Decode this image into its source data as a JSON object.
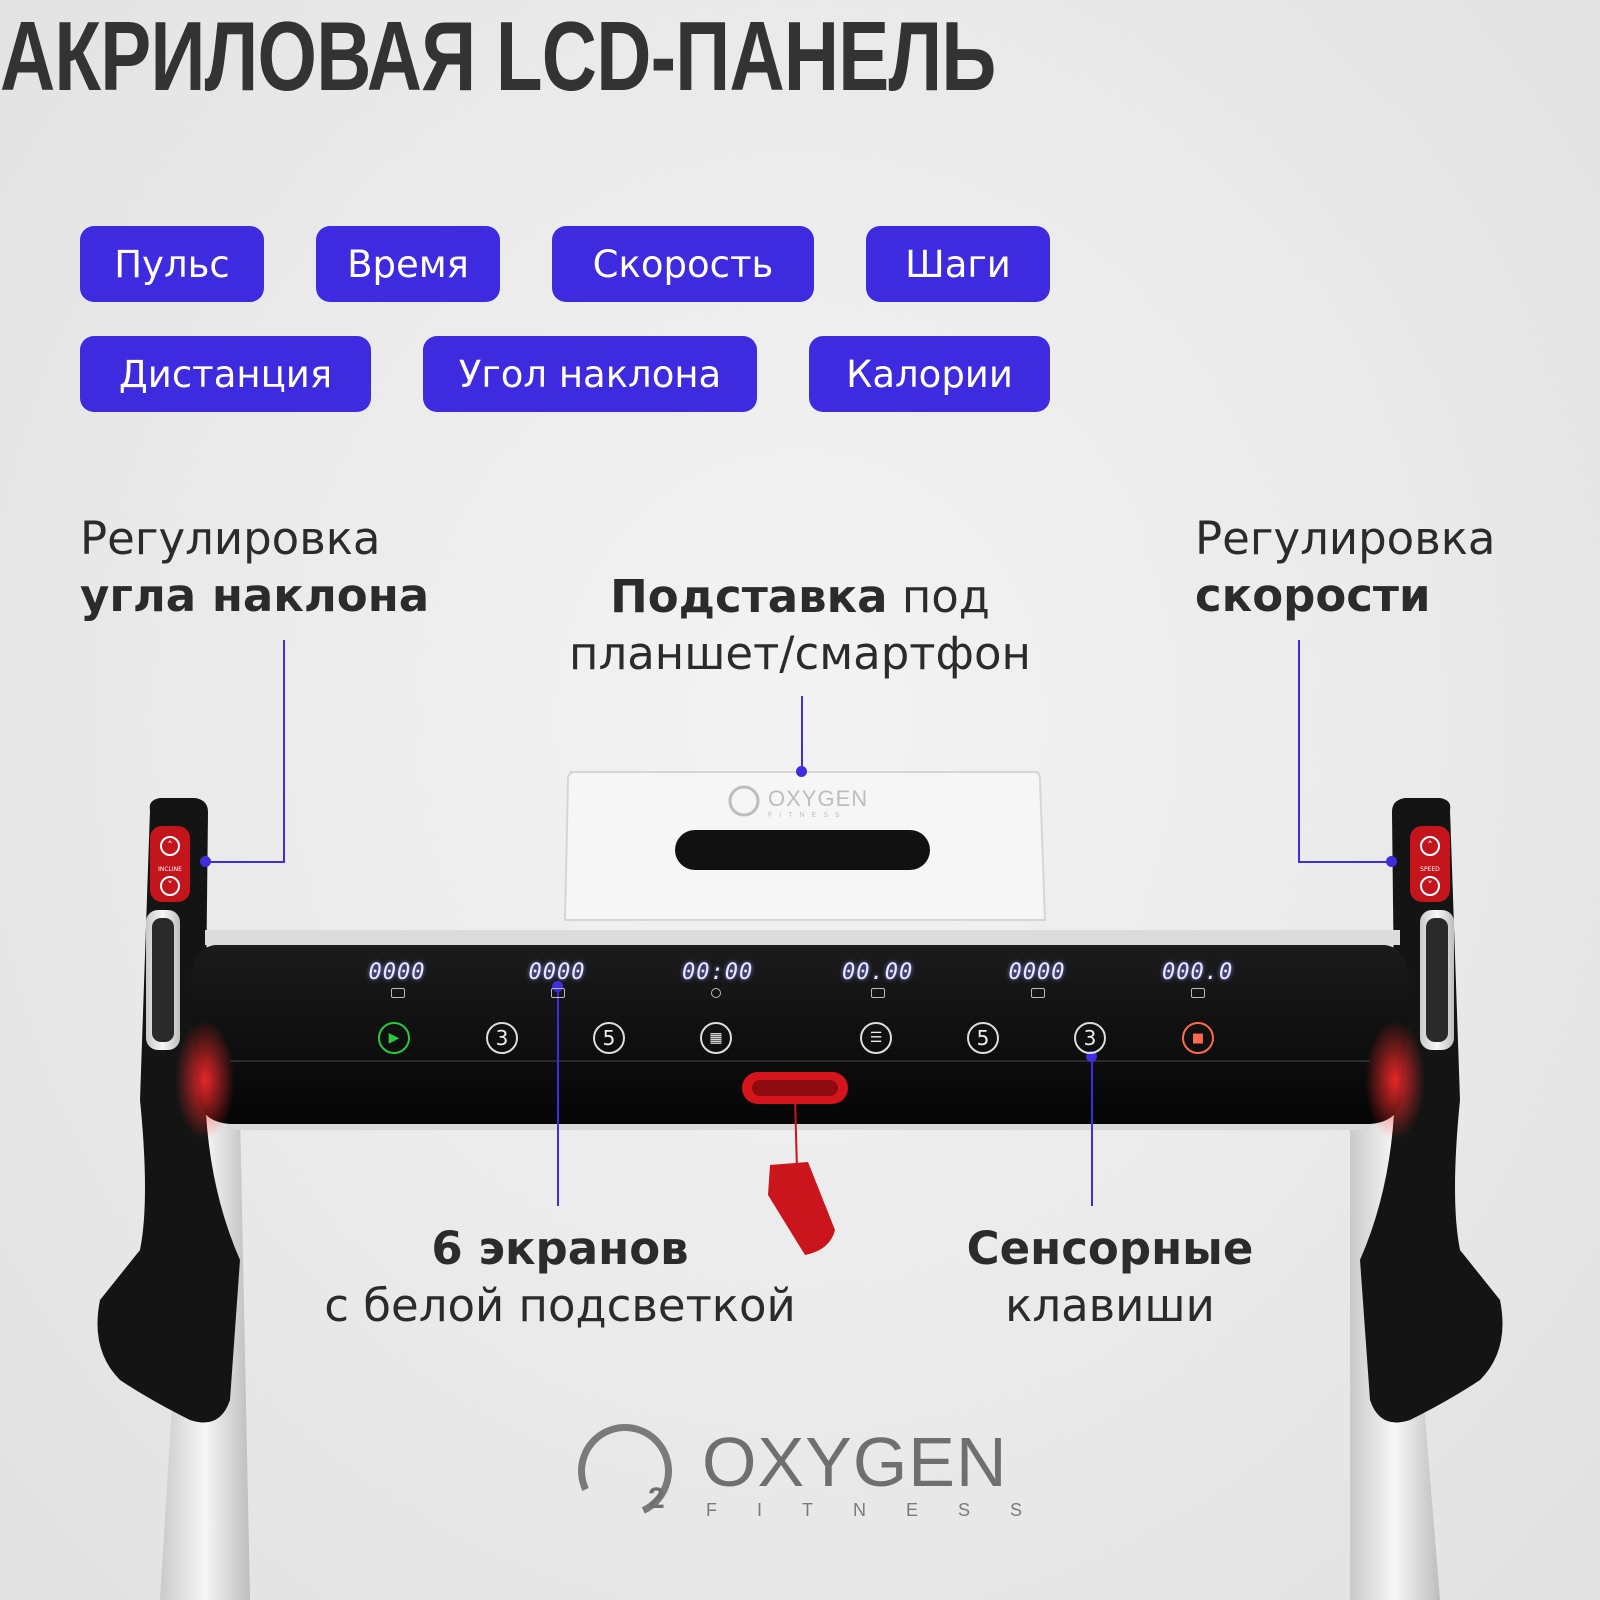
{
  "title": "АКРИЛОВАЯ LCD-ПАНЕЛЬ",
  "features": [
    "Пульс",
    "Время",
    "Скорость",
    "Шаги",
    "Дистанция",
    "Угол наклона",
    "Калории"
  ],
  "callouts": {
    "incline": {
      "line1": "Регулировка",
      "line2": "угла наклона"
    },
    "holder": {
      "bold": "Подставка",
      "rest": " под",
      "line2": "планшет/смартфон"
    },
    "speed": {
      "line1": "Регулировка",
      "line2": "скорости"
    },
    "screens": {
      "bold": "6 экранов",
      "line2": "с белой подсветкой"
    },
    "keys": {
      "bold": "Сенсорные",
      "line2": "клавиши"
    }
  },
  "display": {
    "readouts": [
      "0000",
      "0000",
      "00:00",
      "00.00",
      "0000",
      "000.0"
    ],
    "keys": [
      "play",
      "3",
      "5",
      "menu",
      "list",
      "5",
      "3",
      "stop"
    ]
  },
  "handle_labels": {
    "left": "INCLINE",
    "right": "SPEED"
  },
  "holder_logo": {
    "name": "OXYGEN",
    "sub": "FITNESS"
  },
  "brand": {
    "name": "OXYGEN",
    "sub": "FITNESS",
    "mark": "2"
  },
  "colors": {
    "accent": "#3d2ee0",
    "pill": "#3e2be0",
    "text": "#2b2b2b",
    "red": "#d4161c"
  }
}
